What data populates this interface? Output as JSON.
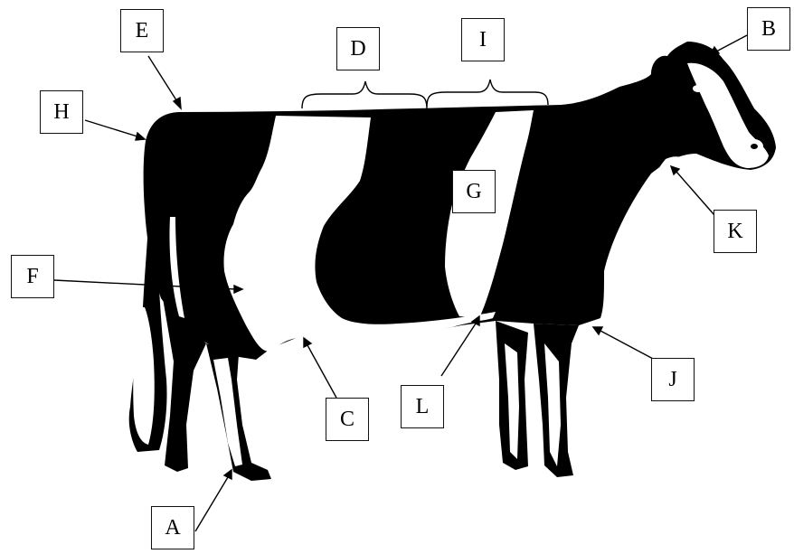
{
  "diagram": {
    "subject": "holstein-cow-side-view",
    "colors": {
      "coat_dark": "#000000",
      "coat_light": "#ffffff",
      "line": "#000000",
      "box_border": "#111111"
    },
    "labels": [
      "A",
      "B",
      "C",
      "D",
      "E",
      "F",
      "G",
      "H",
      "I",
      "J",
      "K",
      "L"
    ]
  }
}
